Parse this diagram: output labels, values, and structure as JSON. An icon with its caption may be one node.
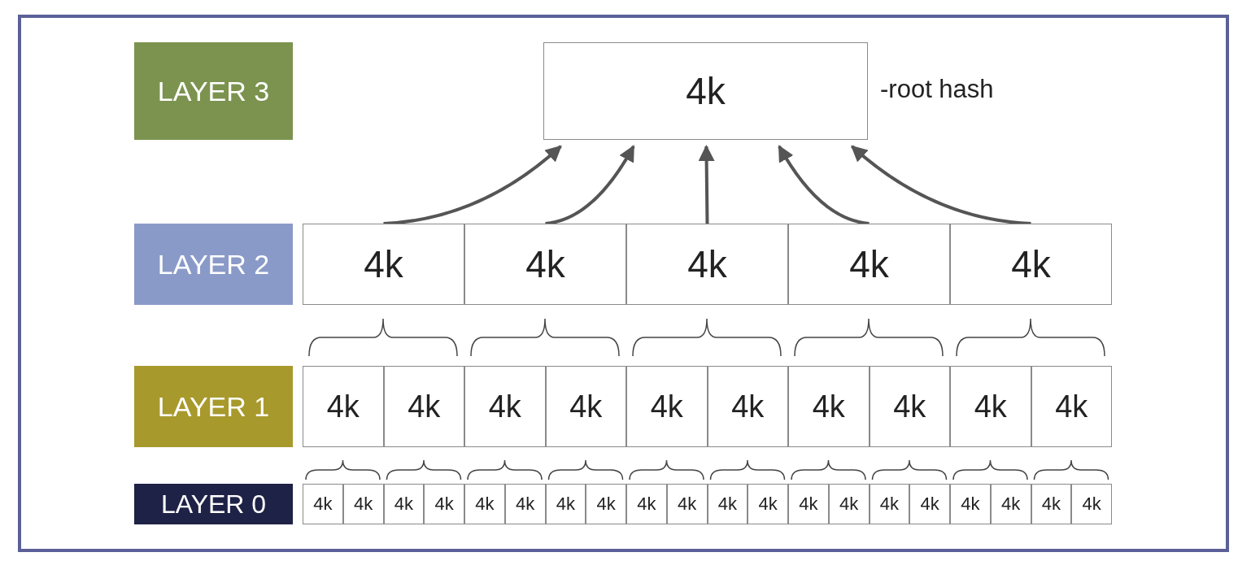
{
  "diagram": {
    "nodes": [
      {
        "text": [
          "LAYER 3"
        ]
      },
      {
        "text": [
          "4k"
        ],
        "beside": [
          "-root hash"
        ]
      },
      {
        "text": [
          "LAYER 2"
        ]
      },
      {
        "text": [
          "4k"
        ]
      },
      {
        "text": [
          "4k"
        ]
      },
      {
        "text": [
          "4k"
        ]
      },
      {
        "text": [
          "4k"
        ]
      },
      {
        "text": [
          "4k"
        ]
      },
      {
        "text": [
          "LAYER 1"
        ]
      },
      {
        "text": [
          "4k"
        ]
      },
      {
        "text": [
          "4k"
        ]
      },
      {
        "text": [
          "4k"
        ]
      },
      {
        "text": [
          "4k"
        ]
      },
      {
        "text": [
          "4k"
        ]
      },
      {
        "text": [
          "4k"
        ]
      },
      {
        "text": [
          "4k"
        ]
      },
      {
        "text": [
          "4k"
        ]
      },
      {
        "text": [
          "4k"
        ]
      },
      {
        "text": [
          "4k"
        ]
      },
      {
        "text": [
          "LAYER 0"
        ]
      },
      {
        "text": [
          "4k"
        ]
      },
      {
        "text": [
          "4k"
        ]
      },
      {
        "text": [
          "4k"
        ]
      },
      {
        "text": [
          "4k"
        ]
      },
      {
        "text": [
          "4k"
        ]
      },
      {
        "text": [
          "4k"
        ]
      },
      {
        "text": [
          "4k"
        ]
      },
      {
        "text": [
          "4k"
        ]
      },
      {
        "text": [
          "4k"
        ]
      },
      {
        "text": [
          "4k"
        ]
      },
      {
        "text": [
          "4k"
        ]
      },
      {
        "text": [
          "4k"
        ]
      },
      {
        "text": [
          "4k"
        ]
      },
      {
        "text": [
          "4k"
        ]
      },
      {
        "text": [
          "4k"
        ]
      },
      {
        "text": [
          "4k"
        ]
      },
      {
        "text": [
          "4k"
        ]
      },
      {
        "text": [
          "4k"
        ]
      },
      {
        "text": [
          "4k"
        ]
      },
      {
        "text": [
          "4k"
        ]
      }
    ],
    "edges": [
      {
        "from": 3,
        "to": 1,
        "arrow": "to"
      },
      {
        "from": 4,
        "to": 1,
        "arrow": "to"
      },
      {
        "from": 5,
        "to": 1,
        "arrow": "to"
      },
      {
        "from": 6,
        "to": 1,
        "arrow": "to"
      },
      {
        "from": 7,
        "to": 1,
        "arrow": "to"
      }
    ]
  }
}
